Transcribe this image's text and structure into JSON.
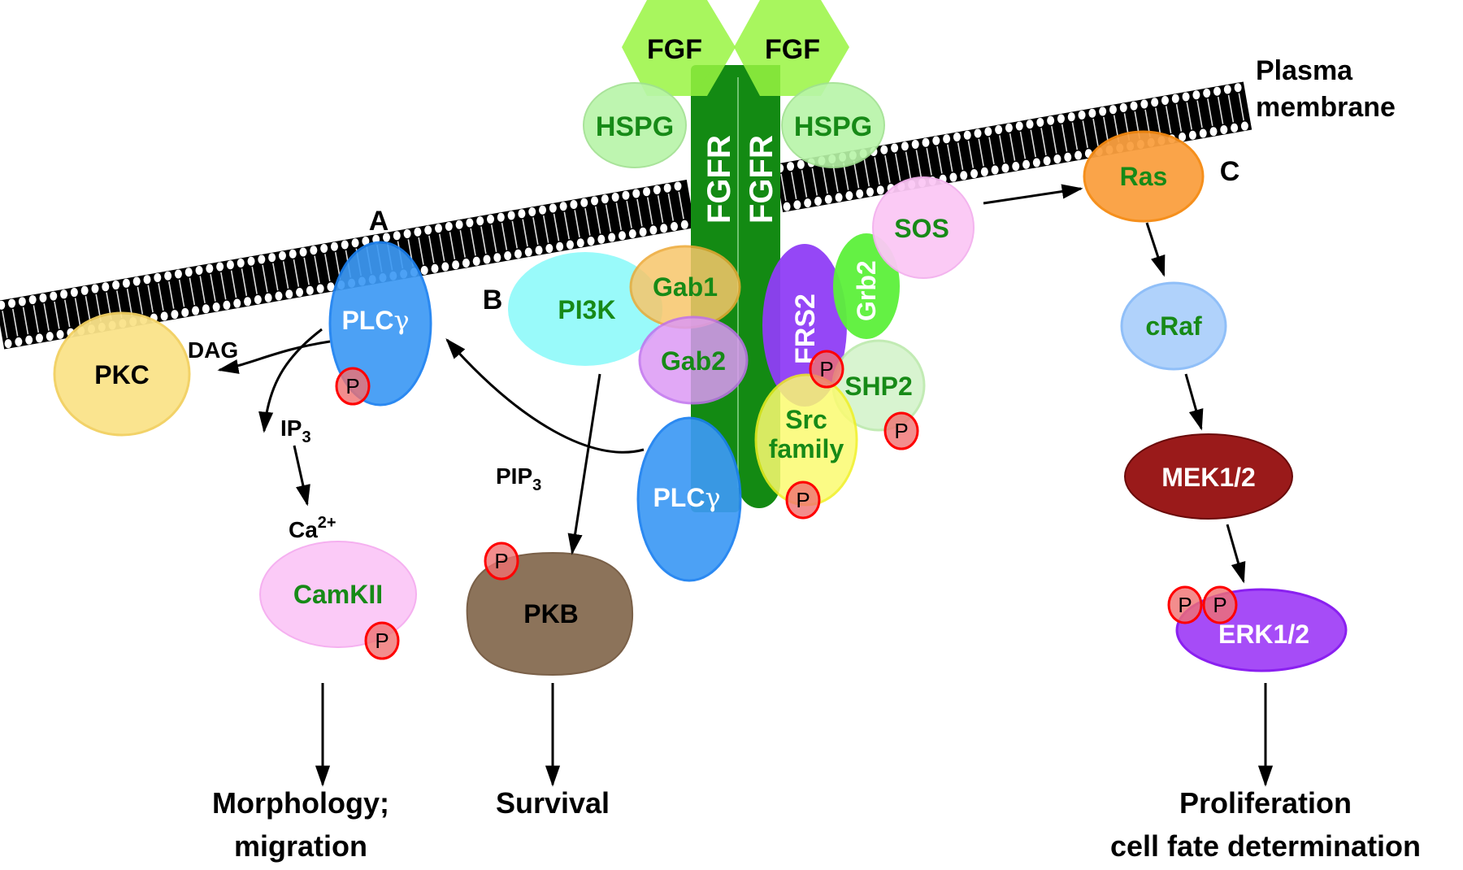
{
  "title": "FGF/FGFR signaling pathways",
  "membrane_label": [
    "Plasma",
    "membrane"
  ],
  "section_labels": {
    "a": "A",
    "b": "B",
    "c": "C"
  },
  "ligands": {
    "fgf_left": "FGF",
    "fgf_right": "FGF"
  },
  "coreceptors": {
    "hspg_left": "HSPG",
    "hspg_right": "HSPG"
  },
  "receptors": {
    "fgfr_left": "FGFR",
    "fgfr_right": "FGFR"
  },
  "proteins": {
    "plcg_a": "PLC",
    "plcg_b": "PLC",
    "gamma": "γ",
    "pkc": "PKC",
    "pi3k": "PI3K",
    "gab1": "Gab1",
    "gab2": "Gab2",
    "frs2": "FRS2",
    "grb2": "Grb2",
    "sos": "SOS",
    "shp2": "SHP2",
    "src": [
      "Src",
      "family"
    ],
    "ras": "Ras",
    "craf": "cRaf",
    "mek": "MEK1/2",
    "erk": "ERK1/2",
    "camkii": "CamKII",
    "pkb": "PKB"
  },
  "messengers": {
    "dag": "DAG",
    "ip3": "IP",
    "ip3_sub": "3",
    "ca": "Ca",
    "ca_sup": "2+",
    "pip3": "PIP",
    "pip3_sub": "3"
  },
  "phospho": "P",
  "outcomes": {
    "morphology": [
      "Morphology;",
      "migration"
    ],
    "survival": "Survival",
    "proliferation": [
      "Proliferation",
      "cell fate determination"
    ]
  },
  "colors": {
    "fgf": "#99f542",
    "hspg": "#b8f5a8",
    "fgfr": "#138a13",
    "plcg": "#3d9af5",
    "pkc": "#fae38a",
    "pi3k": "#94fafa",
    "gab1": "#f7c66a",
    "gab2": "#dc99f5",
    "frs2": "#8f3df5",
    "grb2": "#5cf03a",
    "sos": "#fbc8f5",
    "shp2": "#d2f3c8",
    "src": "#fbfb70",
    "ras": "#faa040",
    "craf": "#b0d2fb",
    "mek": "#9a1a1a",
    "erk": "#a64cf7",
    "camkii": "#fbcaf7",
    "pkb": "#8c735a",
    "phospho": "#f07070",
    "label_green": "#178a17"
  }
}
